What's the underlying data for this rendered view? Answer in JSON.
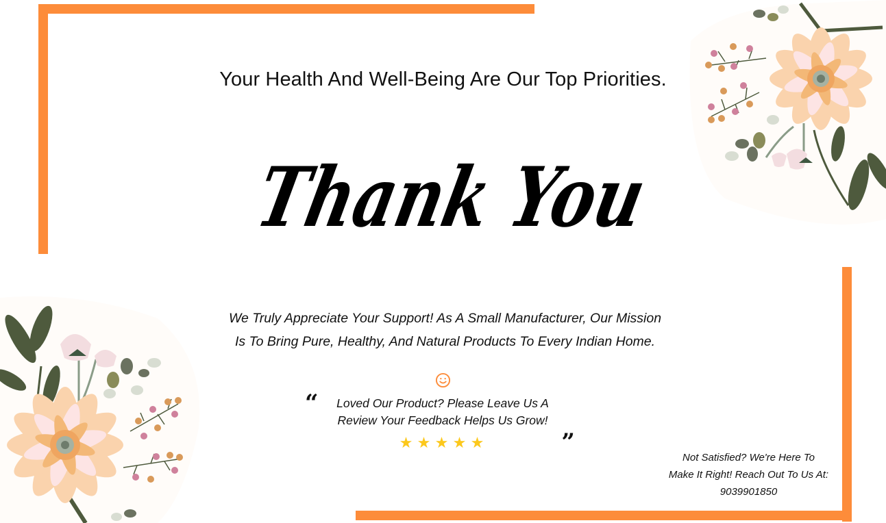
{
  "card": {
    "accent_color": "#fd8c3a",
    "star_color": "#fcc81c",
    "headline": "Your Health And Well-Being Are Our Top Priorities.",
    "title": "Thank You",
    "appreciation_lines": [
      "We Truly Appreciate Your Support! As A Small Manufacturer, Our Mission",
      "Is To Bring Pure, Healthy, And Natural Products To Every Indian Home."
    ],
    "review": {
      "icon": "smiley-icon",
      "quote_open": "“",
      "quote_close": "„",
      "lines": [
        "Loved Our Product? Please Leave Us A",
        "Review Your Feedback Helps Us Grow!"
      ],
      "rating": 5,
      "rating_max": 5,
      "stars": [
        "★",
        "★",
        "★",
        "★",
        "★"
      ]
    },
    "contact": {
      "lines": [
        "Not Satisfied? We're Here To",
        "Make It Right! Reach Out To Us At:"
      ],
      "phone": "9039901850"
    },
    "decorations": [
      "floral-bouquet-top-right",
      "floral-bouquet-bottom-left"
    ]
  }
}
